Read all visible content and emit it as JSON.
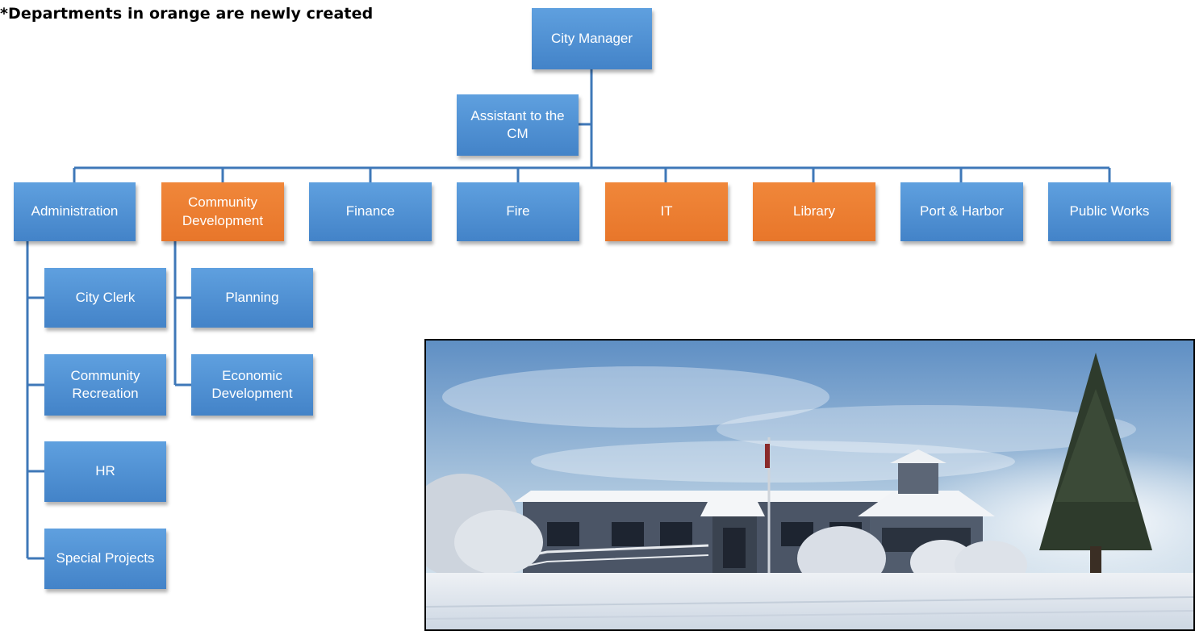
{
  "note": "*Departments in orange are newly created",
  "colors": {
    "existing": "#4a8ad0",
    "new": "#ee7f33",
    "connector": "#3f78b8"
  },
  "chart": {
    "top": {
      "city_manager": "City Manager",
      "assistant": "Assistant to the\nCM"
    },
    "departments": [
      {
        "label": "Administration",
        "new": false
      },
      {
        "label": "Community\nDevelopment",
        "new": true
      },
      {
        "label": "Finance",
        "new": false
      },
      {
        "label": "Fire",
        "new": false
      },
      {
        "label": "IT",
        "new": true
      },
      {
        "label": "Library",
        "new": true
      },
      {
        "label": "Port & Harbor",
        "new": false
      },
      {
        "label": "Public Works",
        "new": false
      }
    ],
    "administration_children": [
      "City Clerk",
      "Community\nRecreation",
      "HR",
      "Special Projects"
    ],
    "community_development_children": [
      "Planning",
      "Economic\nDevelopment"
    ]
  },
  "photo": {
    "subject": "city-hall-snow-photo"
  }
}
